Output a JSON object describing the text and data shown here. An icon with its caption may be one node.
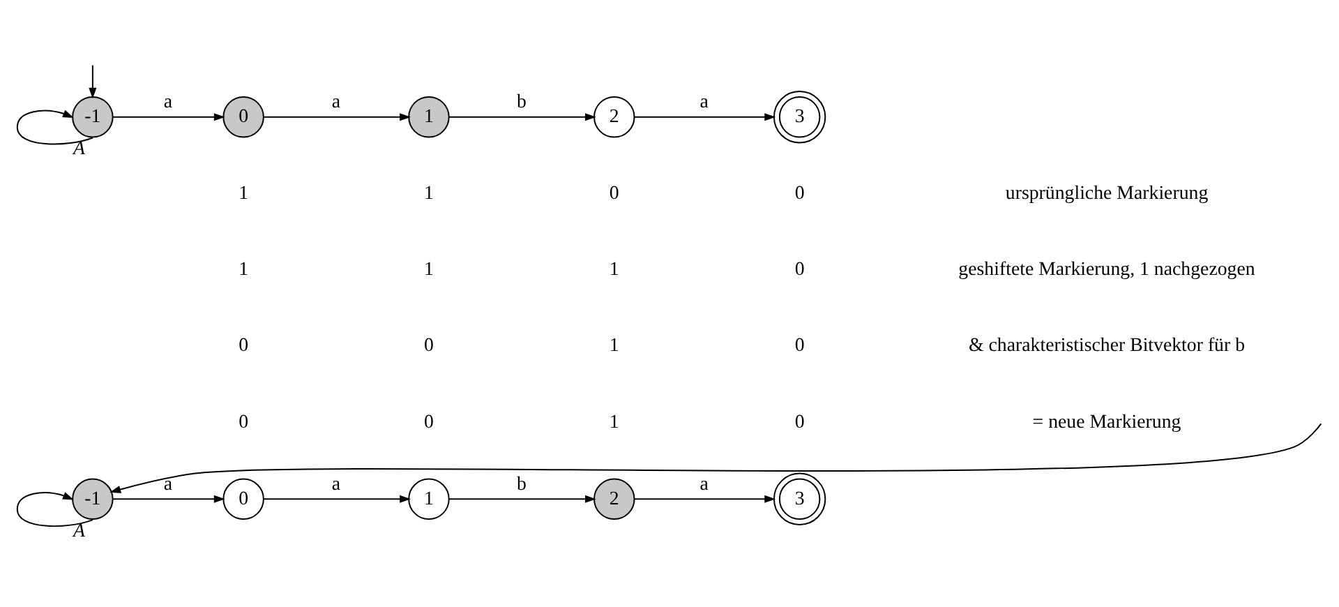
{
  "diagram": {
    "nodes": [
      {
        "text": [
          "-1"
        ]
      },
      {
        "text": [
          "0"
        ]
      },
      {
        "text": [
          "1"
        ]
      },
      {
        "text": [
          "2"
        ]
      },
      {
        "text": [
          "3"
        ]
      },
      {
        "text": [
          "-1"
        ]
      },
      {
        "text": [
          "0"
        ]
      },
      {
        "text": [
          "1"
        ]
      },
      {
        "text": [
          "2"
        ]
      },
      {
        "text": [
          "3"
        ]
      }
    ],
    "edges": [
      {
        "from": null,
        "to": 0,
        "arrow": "to"
      },
      {
        "from": 0,
        "to": 0,
        "arrow": "to",
        "label": "A"
      },
      {
        "from": 0,
        "to": 1,
        "arrow": "to",
        "label": "a"
      },
      {
        "from": 1,
        "to": 2,
        "arrow": "to",
        "label": "a"
      },
      {
        "from": 2,
        "to": 3,
        "arrow": "to",
        "label": "b"
      },
      {
        "from": 3,
        "to": 4,
        "arrow": "to",
        "label": "a"
      },
      {
        "from": null,
        "to": 5,
        "arrow": "to"
      },
      {
        "from": 5,
        "to": 5,
        "arrow": "to",
        "label": "A"
      },
      {
        "from": 5,
        "to": 6,
        "arrow": "to",
        "label": "a"
      },
      {
        "from": 6,
        "to": 7,
        "arrow": "to",
        "label": "a"
      },
      {
        "from": 7,
        "to": 8,
        "arrow": "to",
        "label": "b"
      },
      {
        "from": 8,
        "to": 9,
        "arrow": "to",
        "label": "a"
      }
    ],
    "labels": [
      "1",
      "1",
      "0",
      "0",
      "ursprüngliche Markierung",
      "1",
      "1",
      "1",
      "0",
      "geshiftete Markierung, 1 nachgezogen",
      "0",
      "0",
      "1",
      "0",
      "& charakteristischer Bitvektor für b",
      "0",
      "0",
      "1",
      "0",
      "= neue Markierung"
    ]
  }
}
